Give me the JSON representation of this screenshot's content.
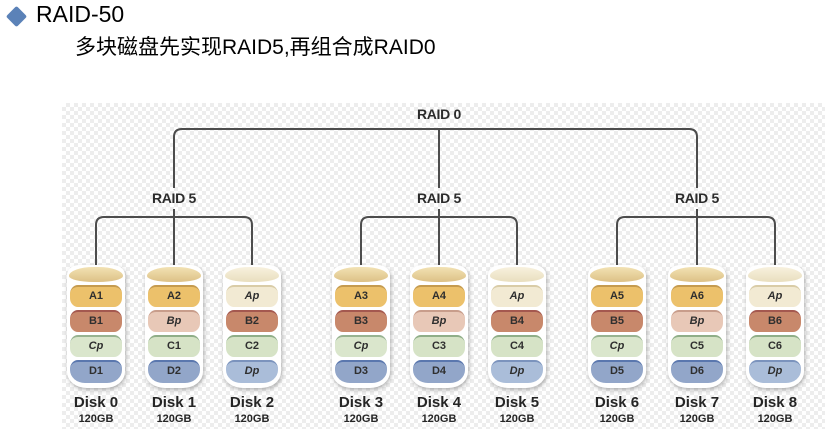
{
  "title": {
    "text": "RAID-50"
  },
  "subtitle": "多块磁盘先实现RAID5,再组合成RAID0",
  "accent": {
    "bullet_color": "#5b82b8",
    "connector_color": "#4c4c4c"
  },
  "diagram": {
    "root_label": "RAID 0",
    "groups": [
      {
        "label": "RAID 5",
        "disks": [
          {
            "name": "Disk 0",
            "size": "120GB",
            "blocks": [
              {
                "label": "A1",
                "type": "a"
              },
              {
                "label": "B1",
                "type": "b"
              },
              {
                "label": "Cp",
                "type": "cp"
              },
              {
                "label": "D1",
                "type": "d"
              }
            ]
          },
          {
            "name": "Disk 1",
            "size": "120GB",
            "blocks": [
              {
                "label": "A2",
                "type": "a"
              },
              {
                "label": "Bp",
                "type": "bp"
              },
              {
                "label": "C1",
                "type": "c"
              },
              {
                "label": "D2",
                "type": "d"
              }
            ]
          },
          {
            "name": "Disk 2",
            "size": "120GB",
            "blocks": [
              {
                "label": "Ap",
                "type": "ap"
              },
              {
                "label": "B2",
                "type": "b"
              },
              {
                "label": "C2",
                "type": "c"
              },
              {
                "label": "Dp",
                "type": "dp"
              }
            ]
          }
        ]
      },
      {
        "label": "RAID 5",
        "disks": [
          {
            "name": "Disk 3",
            "size": "120GB",
            "blocks": [
              {
                "label": "A3",
                "type": "a"
              },
              {
                "label": "B3",
                "type": "b"
              },
              {
                "label": "Cp",
                "type": "cp"
              },
              {
                "label": "D3",
                "type": "d"
              }
            ]
          },
          {
            "name": "Disk 4",
            "size": "120GB",
            "blocks": [
              {
                "label": "A4",
                "type": "a"
              },
              {
                "label": "Bp",
                "type": "bp"
              },
              {
                "label": "C3",
                "type": "c"
              },
              {
                "label": "D4",
                "type": "d"
              }
            ]
          },
          {
            "name": "Disk 5",
            "size": "120GB",
            "blocks": [
              {
                "label": "Ap",
                "type": "ap"
              },
              {
                "label": "B4",
                "type": "b"
              },
              {
                "label": "C4",
                "type": "c"
              },
              {
                "label": "Dp",
                "type": "dp"
              }
            ]
          }
        ]
      },
      {
        "label": "RAID 5",
        "disks": [
          {
            "name": "Disk 6",
            "size": "120GB",
            "blocks": [
              {
                "label": "A5",
                "type": "a"
              },
              {
                "label": "B5",
                "type": "b"
              },
              {
                "label": "Cp",
                "type": "cp"
              },
              {
                "label": "D5",
                "type": "d"
              }
            ]
          },
          {
            "name": "Disk 7",
            "size": "120GB",
            "blocks": [
              {
                "label": "A6",
                "type": "a"
              },
              {
                "label": "Bp",
                "type": "bp"
              },
              {
                "label": "C5",
                "type": "c"
              },
              {
                "label": "D6",
                "type": "d"
              }
            ]
          },
          {
            "name": "Disk 8",
            "size": "120GB",
            "blocks": [
              {
                "label": "Ap",
                "type": "ap"
              },
              {
                "label": "B6",
                "type": "b"
              },
              {
                "label": "C6",
                "type": "c"
              },
              {
                "label": "Dp",
                "type": "dp"
              }
            ]
          }
        ]
      }
    ],
    "block_colors": {
      "a": {
        "face": "#ecc16b",
        "rim": "#c59b4f"
      },
      "ap": {
        "face": "#f2ead3",
        "rim": "#d9cca7"
      },
      "b": {
        "face": "#c8886b",
        "rim": "#a4584f"
      },
      "bp": {
        "face": "#e8c8b7",
        "rim": "#c89d8b"
      },
      "c": {
        "face": "#d6e3c6",
        "rim": "#8fae88"
      },
      "cp": {
        "face": "#dae6cc",
        "rim": "#97b391"
      },
      "d": {
        "face": "#92a6c9",
        "rim": "#5a77ae"
      },
      "dp": {
        "face": "#aabdd9",
        "rim": "#7b93bd"
      }
    },
    "cap_colors": {
      "data": {
        "top": "#f2e2b4",
        "bottom": "#ddc186"
      },
      "parity": {
        "top": "#f8f1de",
        "bottom": "#e9debe"
      }
    }
  }
}
